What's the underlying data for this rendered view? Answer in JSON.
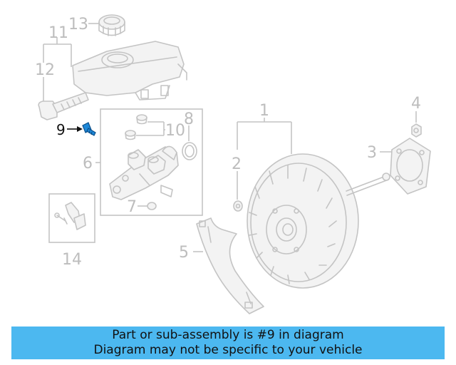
{
  "callouts": {
    "c1": "1",
    "c2": "2",
    "c3": "3",
    "c4": "4",
    "c5": "5",
    "c6": "6",
    "c7": "7",
    "c8": "8",
    "c9": "9",
    "c10": "10",
    "c11": "11",
    "c12": "12",
    "c13": "13",
    "c14": "14"
  },
  "highlight": {
    "part": "9",
    "color": "#1e88d8"
  },
  "banner": {
    "line1": "Part or sub-assembly is #9 in diagram",
    "line2": "Diagram may not be specific to your vehicle",
    "color": "#4cb8f0"
  }
}
